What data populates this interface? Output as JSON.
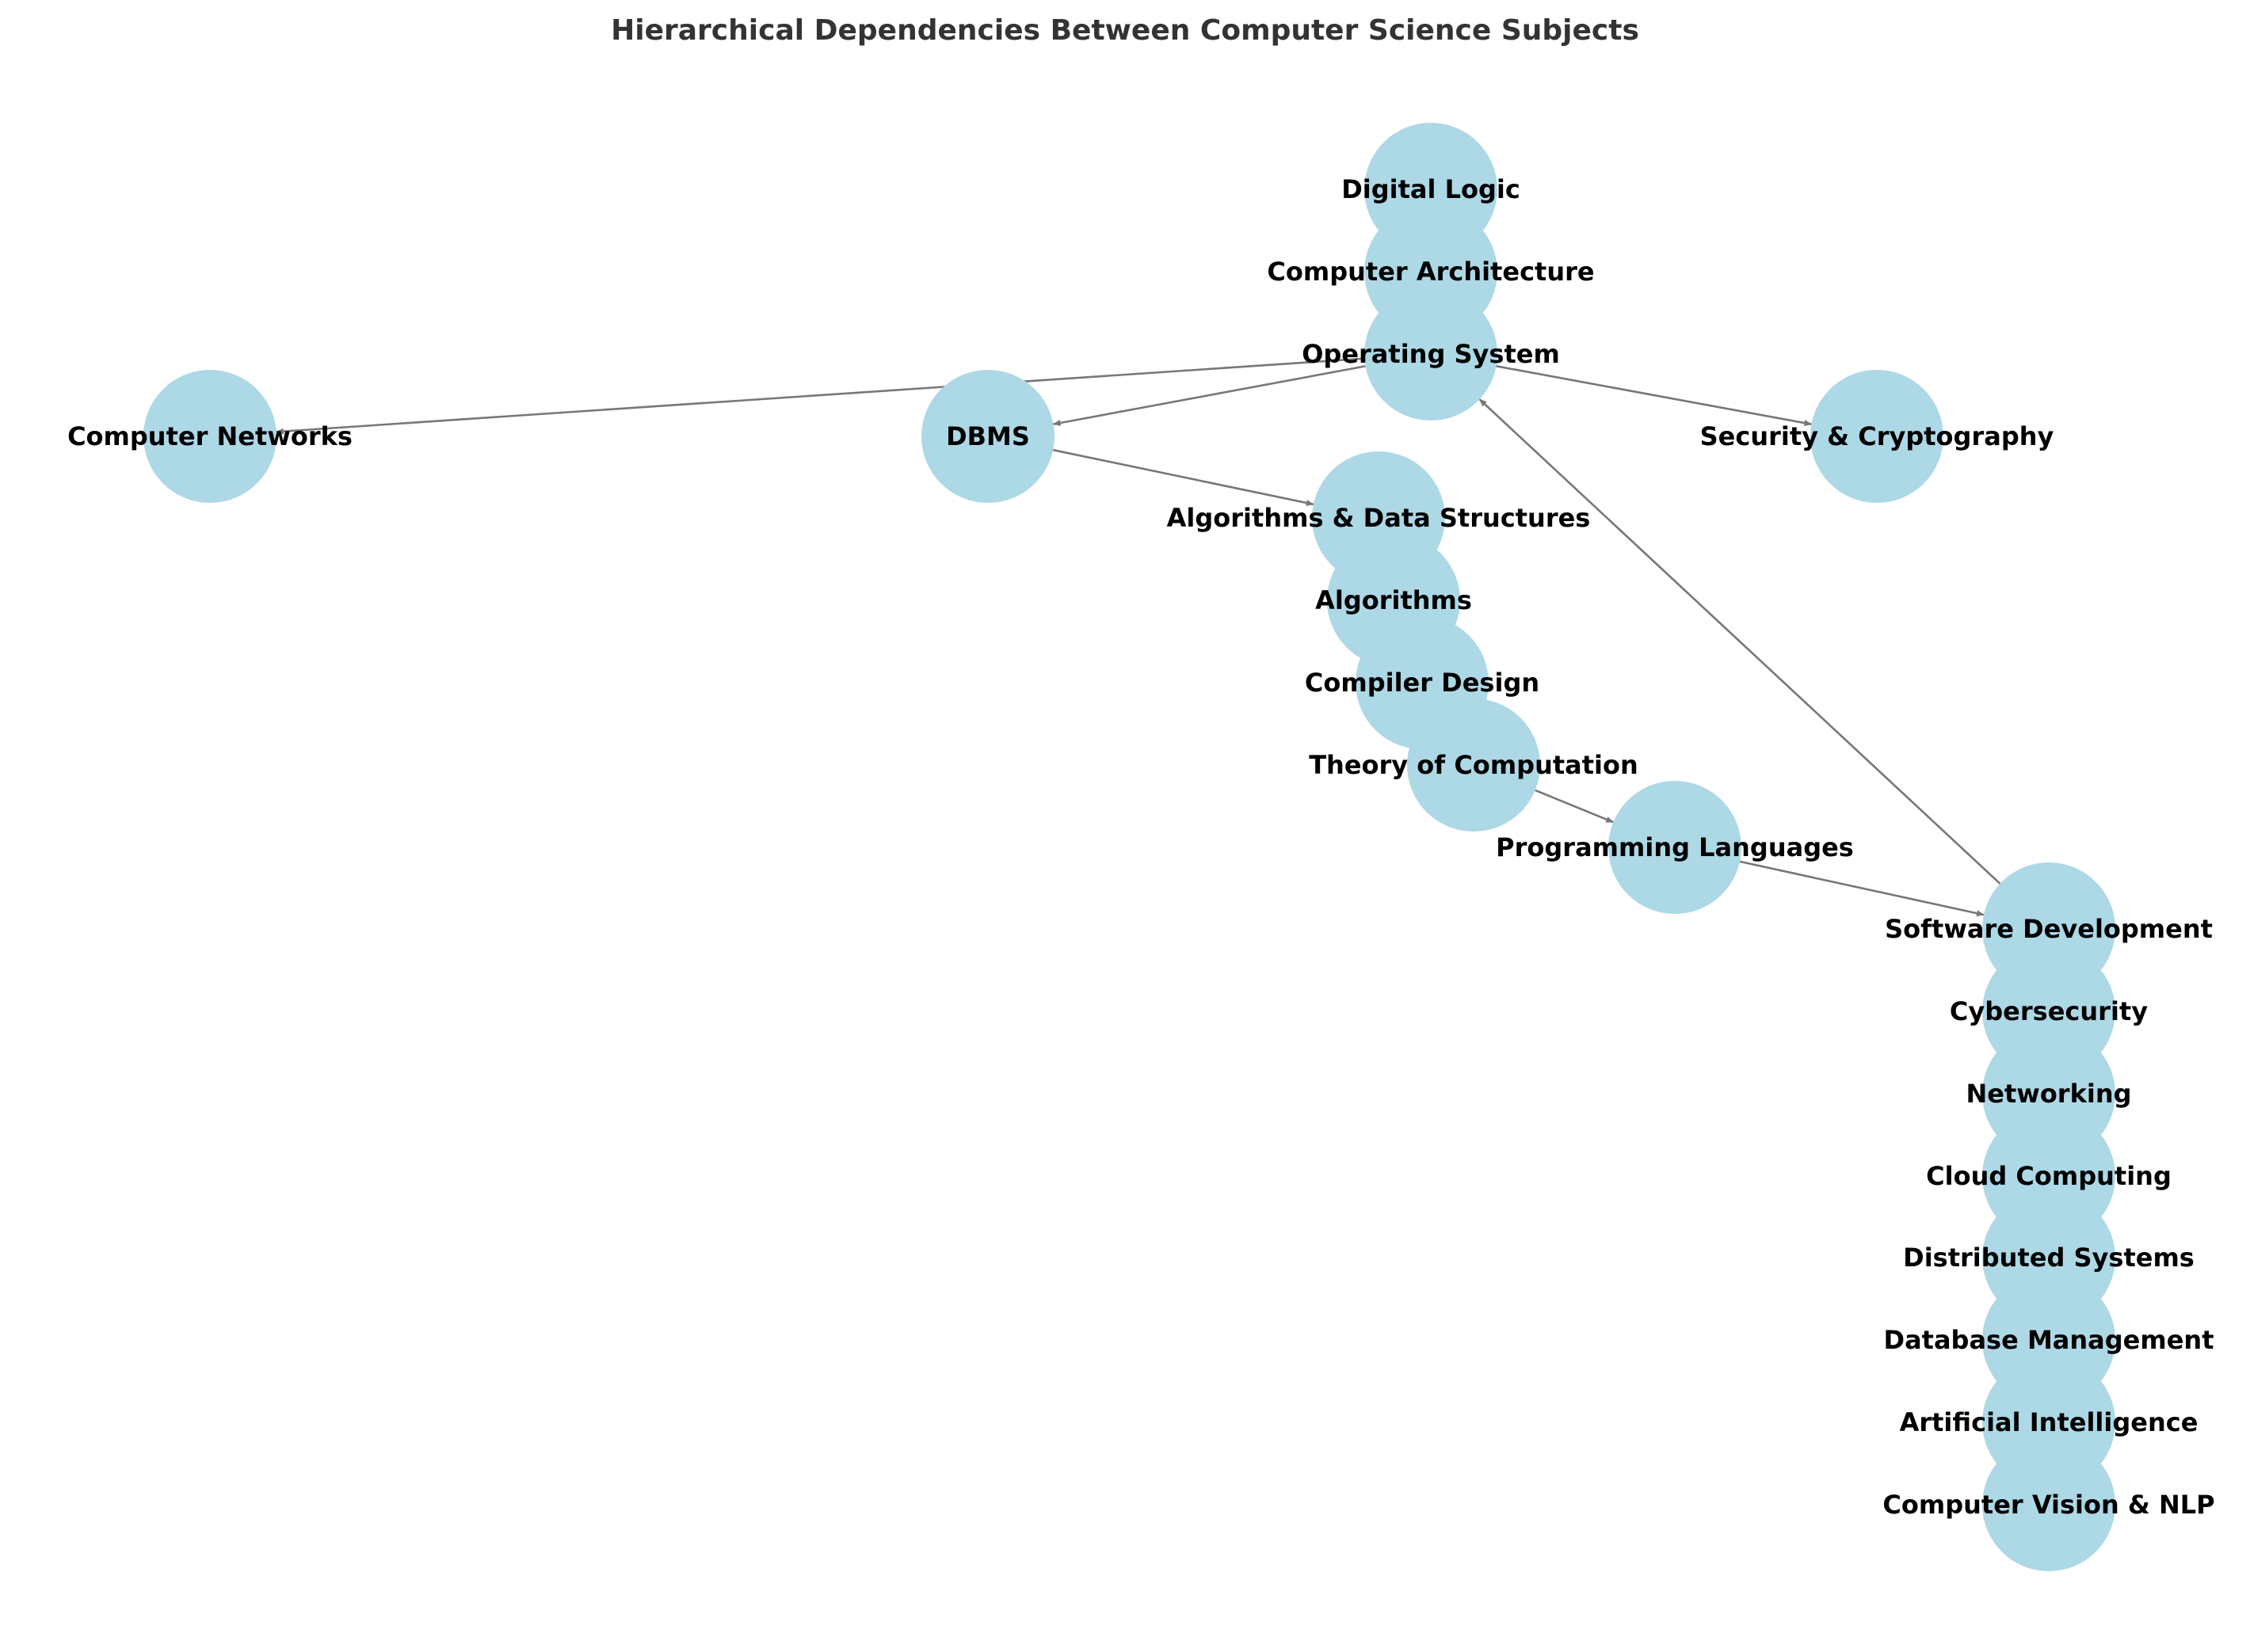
{
  "title": "Hierarchical Dependencies Between Computer Science Subjects",
  "colors": {
    "node_fill": "#add8e6",
    "edge": "#777777",
    "title": "#333333",
    "label": "#000000"
  },
  "nodes": [
    {
      "id": "digital-logic",
      "label": "Digital Logic"
    },
    {
      "id": "computer-architecture",
      "label": "Computer Architecture"
    },
    {
      "id": "operating-system",
      "label": "Operating System"
    },
    {
      "id": "computer-networks",
      "label": "Computer Networks"
    },
    {
      "id": "dbms",
      "label": "DBMS"
    },
    {
      "id": "security-cryptography",
      "label": "Security & Cryptography"
    },
    {
      "id": "algorithms-data-structures",
      "label": "Algorithms & Data Structures"
    },
    {
      "id": "algorithms",
      "label": "Algorithms"
    },
    {
      "id": "compiler-design",
      "label": "Compiler Design"
    },
    {
      "id": "theory-of-computation",
      "label": "Theory of Computation"
    },
    {
      "id": "programming-languages",
      "label": "Programming Languages"
    },
    {
      "id": "software-development",
      "label": "Software Development"
    },
    {
      "id": "cybersecurity",
      "label": "Cybersecurity"
    },
    {
      "id": "networking",
      "label": "Networking"
    },
    {
      "id": "cloud-computing",
      "label": "Cloud Computing"
    },
    {
      "id": "distributed-systems",
      "label": "Distributed Systems"
    },
    {
      "id": "database-management",
      "label": "Database Management"
    },
    {
      "id": "artificial-intelligence",
      "label": "Artificial Intelligence"
    },
    {
      "id": "computer-vision-nlp",
      "label": "Computer Vision & NLP"
    }
  ],
  "edges": [
    {
      "from": "operating-system",
      "to": "computer-networks"
    },
    {
      "from": "operating-system",
      "to": "dbms"
    },
    {
      "from": "operating-system",
      "to": "security-cryptography"
    },
    {
      "from": "dbms",
      "to": "algorithms-data-structures"
    },
    {
      "from": "theory-of-computation",
      "to": "programming-languages"
    },
    {
      "from": "programming-languages",
      "to": "software-development"
    },
    {
      "from": "software-development",
      "to": "operating-system"
    }
  ]
}
